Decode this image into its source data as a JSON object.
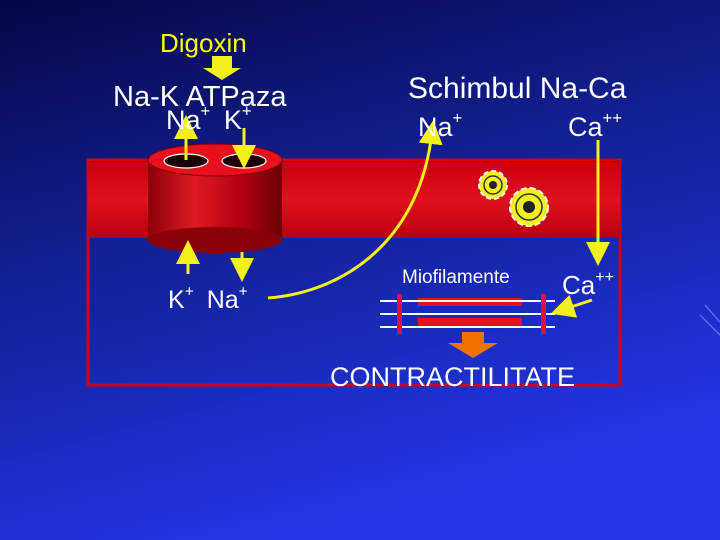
{
  "labels": {
    "digoxin": "Digoxin",
    "pump_title": "Na-K ATPaza",
    "pump_top_na": "Na",
    "pump_top_k": "K",
    "pump_bottom_k": "K",
    "pump_bottom_na": "Na",
    "ion_charge_single": "+",
    "exchanger_title": "Schimbul Na-Ca",
    "exch_na": "Na",
    "exch_ca": "Ca",
    "ion_charge_double": "++",
    "myofilament": "Miofilamente",
    "myo_ca": "Ca",
    "contractility": "CONTRACTILITATE"
  },
  "colors": {
    "background_top": "#0a0a55",
    "background_bottom": "#1f2fd8",
    "digoxin_text": "#ffff00",
    "label_text": "#ffffff",
    "membrane_red": "#d40010",
    "arrow_yellow": "#f4f01a",
    "contractility_arrow": "#f07000"
  }
}
